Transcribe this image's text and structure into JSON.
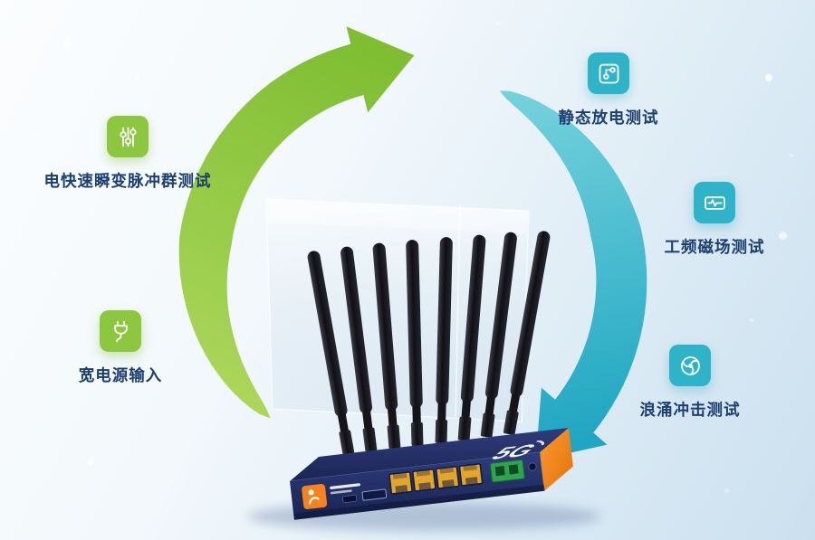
{
  "page": {
    "background_top": "#fbfdfe",
    "background_bottom": "#cbe0ef"
  },
  "cycle": {
    "direction": "clockwise",
    "green_arrow_color": "#8dc63f",
    "teal_arrow_color": "#2fb3c8"
  },
  "features": [
    {
      "label": "电快速瞬变脉冲群测试",
      "icon": "equalizer-sliders-icon",
      "accent": "#8dc63f",
      "position": "left-top"
    },
    {
      "label": "宽电源输入",
      "icon": "power-plug-icon",
      "accent": "#8dc63f",
      "position": "left-bottom"
    },
    {
      "label": "静态放电测试",
      "icon": "static-discharge-icon",
      "accent": "#2fb3c8",
      "position": "right-top"
    },
    {
      "label": "工频磁场测试",
      "icon": "magnetic-field-icon",
      "accent": "#2fb3c8",
      "position": "right-middle"
    },
    {
      "label": "浪涌冲击测试",
      "icon": "surge-impact-icon",
      "accent": "#2fb3c8",
      "position": "right-bottom"
    }
  ],
  "router": {
    "top_label": "5G",
    "antenna_count": 8,
    "lan_port_count": 4,
    "body_color": "#26336a",
    "accent_color": "#f5821f"
  },
  "label_text_color": "#1b3f70"
}
